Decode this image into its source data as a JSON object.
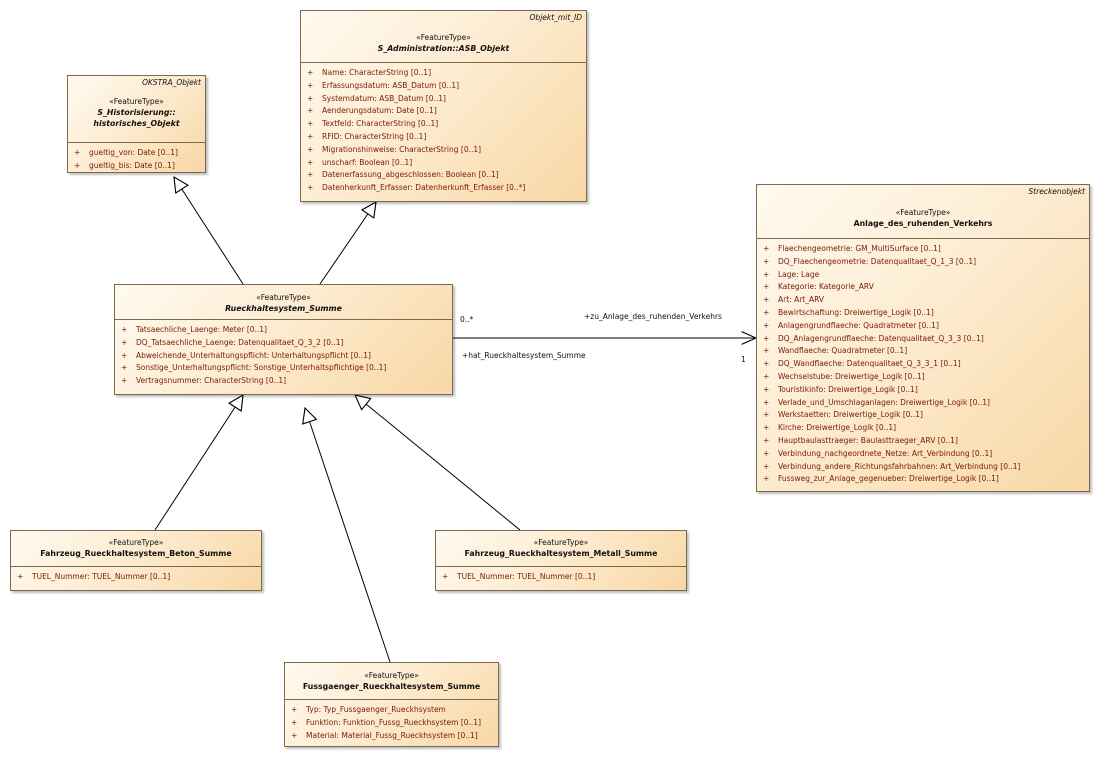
{
  "classes": {
    "okstra": {
      "parent": "OKSTRA_Objekt",
      "stereotype": "«FeatureType»",
      "title_line1": "S_Historisierung::",
      "title_line2": "historisches_Objekt",
      "attributes": [
        "gueltig_von: Date [0..1]",
        "gueltig_bis: Date [0..1]"
      ]
    },
    "asb": {
      "parent": "Objekt_mit_ID",
      "stereotype": "«FeatureType»",
      "title": "S_Administration::ASB_Objekt",
      "attributes": [
        "Name: CharacterString [0..1]",
        "Erfassungsdatum: ASB_Datum [0..1]",
        "Systemdatum: ASB_Datum [0..1]",
        "Aenderungsdatum: Date [0..1]",
        "Textfeld: CharacterString [0..1]",
        "RFID: CharacterString [0..1]",
        "Migrationshinweise: CharacterString [0..1]",
        "unscharf: Boolean [0..1]",
        "Datenerfassung_abgeschlossen: Boolean [0..1]",
        "Datenherkunft_Erfasser: Datenherkunft_Erfasser [0..*]"
      ]
    },
    "rueck": {
      "stereotype": "«FeatureType»",
      "title": "Rueckhaltesystem_Summe",
      "attributes": [
        "Tatsaechliche_Laenge: Meter [0..1]",
        "DQ_Tatsaechliche_Laenge: Datenqualitaet_Q_3_2 [0..1]",
        "Abweichende_Unterhaltungspflicht: Unterhaltungspflicht [0..1]",
        "Sonstige_Unterhaltungspflicht: Sonstige_Unterhaltspflichtige [0..1]",
        "Vertragsnummer: CharacterString [0..1]"
      ]
    },
    "anlage": {
      "parent": "Streckenobjekt",
      "stereotype": "«FeatureType»",
      "title": "Anlage_des_ruhenden_Verkehrs",
      "attributes": [
        "Flaechengeometrie: GM_MultiSurface [0..1]",
        "DQ_Flaechengeometrie: Datenqualitaet_Q_1_3 [0..1]",
        "Lage: Lage",
        "Kategorie: Kategorie_ARV",
        "Art: Art_ARV",
        "Bewirtschaftung: Dreiwertige_Logik [0..1]",
        "Anlagengrundflaeche: Quadratmeter [0..1]",
        "DQ_Anlagengrundflaeche: Datenqualitaet_Q_3_3 [0..1]",
        "Wandflaeche: Quadratmeter [0..1]",
        "DQ_Wandflaeche: Datenqualitaet_Q_3_3_1 [0..1]",
        "Wechselstube: Dreiwertige_Logik [0..1]",
        "Touristikinfo: Dreiwertige_Logik [0..1]",
        "Verlade_und_Umschlaganlagen: Dreiwertige_Logik [0..1]",
        "Werkstaetten: Dreiwertige_Logik [0..1]",
        "Kirche: Dreiwertige_Logik [0..1]",
        "Hauptbaulasttraeger: Baulasttraeger_ARV [0..1]",
        "Verbindung_nachgeordnete_Netze: Art_Verbindung [0..1]",
        "Verbindung_andere_Richtungsfahrbahnen: Art_Verbindung [0..1]",
        "Fussweg_zur_Anlage_gegenueber: Dreiwertige_Logik [0..1]"
      ]
    },
    "beton": {
      "stereotype": "«FeatureType»",
      "title": "Fahrzeug_Rueckhaltesystem_Beton_Summe",
      "attributes": [
        "TUEL_Nummer: TUEL_Nummer [0..1]"
      ]
    },
    "metall": {
      "stereotype": "«FeatureType»",
      "title": "Fahrzeug_Rueckhaltesystem_Metall_Summe",
      "attributes": [
        "TUEL_Nummer: TUEL_Nummer [0..1]"
      ]
    },
    "fuss": {
      "stereotype": "«FeatureType»",
      "title": "Fussgaenger_Rueckhaltesystem_Summe",
      "attributes": [
        "Typ: Typ_Fussgaenger_Rueckhsystem",
        "Funktion: Funktion_Fussg_Rueckhsystem [0..1]",
        "Material: Material_Fussg_Rueckhsystem [0..1]"
      ]
    }
  },
  "association": {
    "role_target": "+zu_Anlage_des_ruhenden_Verkehrs",
    "role_source": "+hat_Rueckhaltesystem_Summe",
    "mult_source": "0..*",
    "mult_target": "1"
  }
}
